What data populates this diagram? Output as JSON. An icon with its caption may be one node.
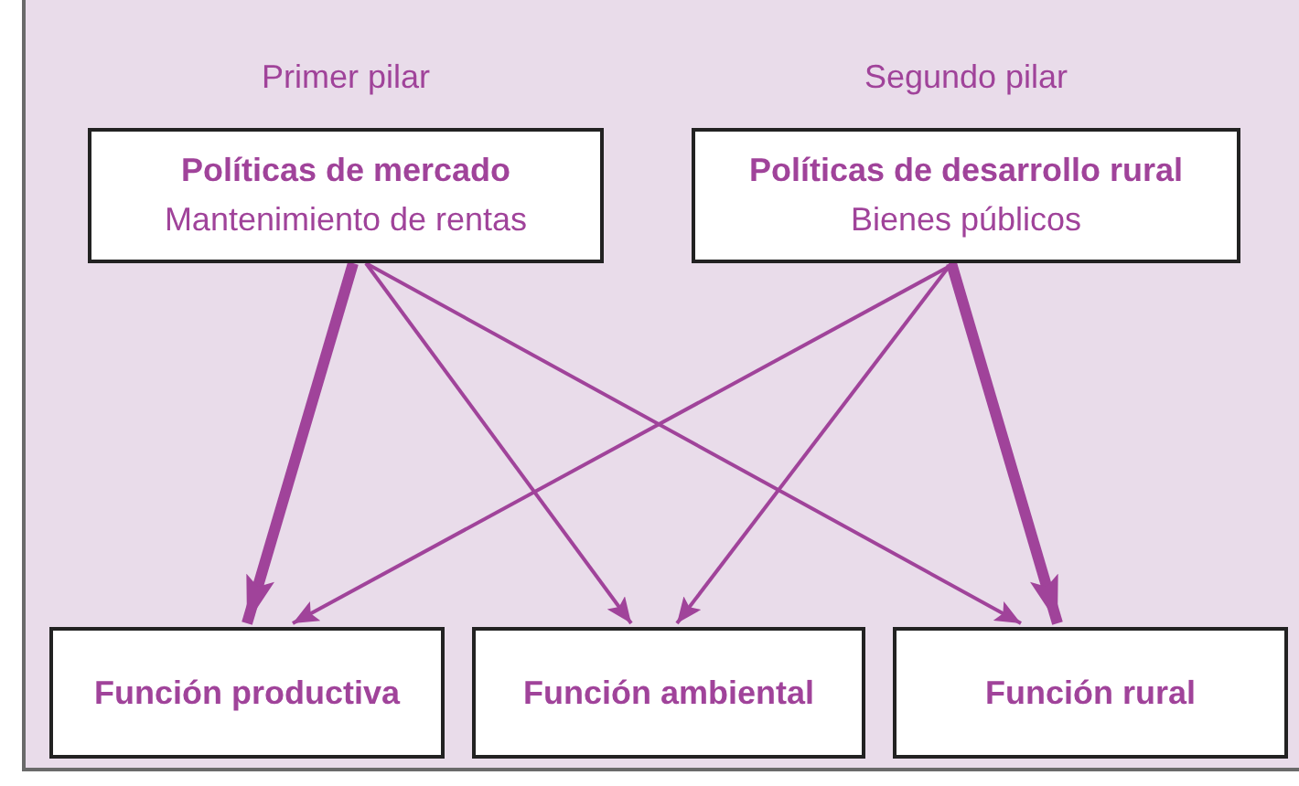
{
  "diagram": {
    "nodes": [
      {
        "text": [
          "Políticas de mercado",
          "Mantenimiento de rentas"
        ],
        "beside": [
          "Primer pilar"
        ]
      },
      {
        "text": [
          "Políticas de desarrollo rural",
          "Bienes públicos"
        ],
        "beside": [
          "Segundo pilar"
        ]
      },
      {
        "text": [
          "Función productiva"
        ]
      },
      {
        "text": [
          "Función ambiental"
        ]
      },
      {
        "text": [
          "Función rural"
        ]
      }
    ],
    "edges": [
      {
        "from": 0,
        "to": 2,
        "arrow": "to",
        "style": "thick"
      },
      {
        "from": 0,
        "to": 3,
        "arrow": "to"
      },
      {
        "from": 0,
        "to": 4,
        "arrow": "to"
      },
      {
        "from": 1,
        "to": 2,
        "arrow": "to"
      },
      {
        "from": 1,
        "to": 3,
        "arrow": "to"
      },
      {
        "from": 1,
        "to": 4,
        "arrow": "to",
        "style": "thick"
      }
    ]
  }
}
